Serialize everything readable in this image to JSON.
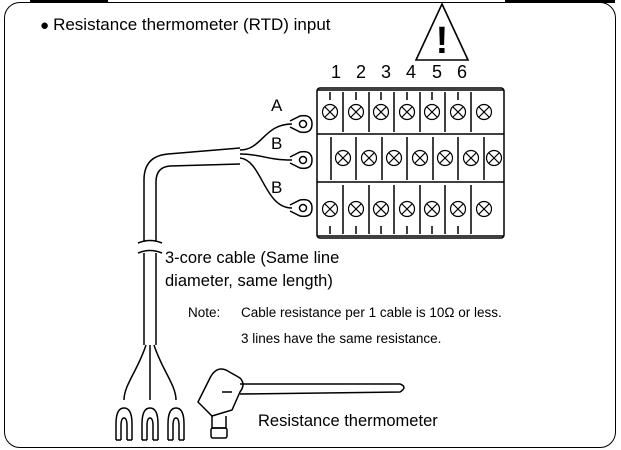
{
  "title": "Resistance thermometer (RTD) input",
  "warning_symbol": "!",
  "terminal_numbers": [
    "1",
    "2",
    "3",
    "4",
    "5",
    "6"
  ],
  "wire_labels": {
    "a": "A",
    "b1": "B",
    "b2": "B"
  },
  "cable_label_line1": "3-core cable (Same line",
  "cable_label_line2": "diameter, same length)",
  "note_prefix": "Note:",
  "note_line1": "Cable resistance per 1 cable is 10Ω or less.",
  "note_line2": "3 lines have the same resistance.",
  "thermometer_label": "Resistance thermometer"
}
